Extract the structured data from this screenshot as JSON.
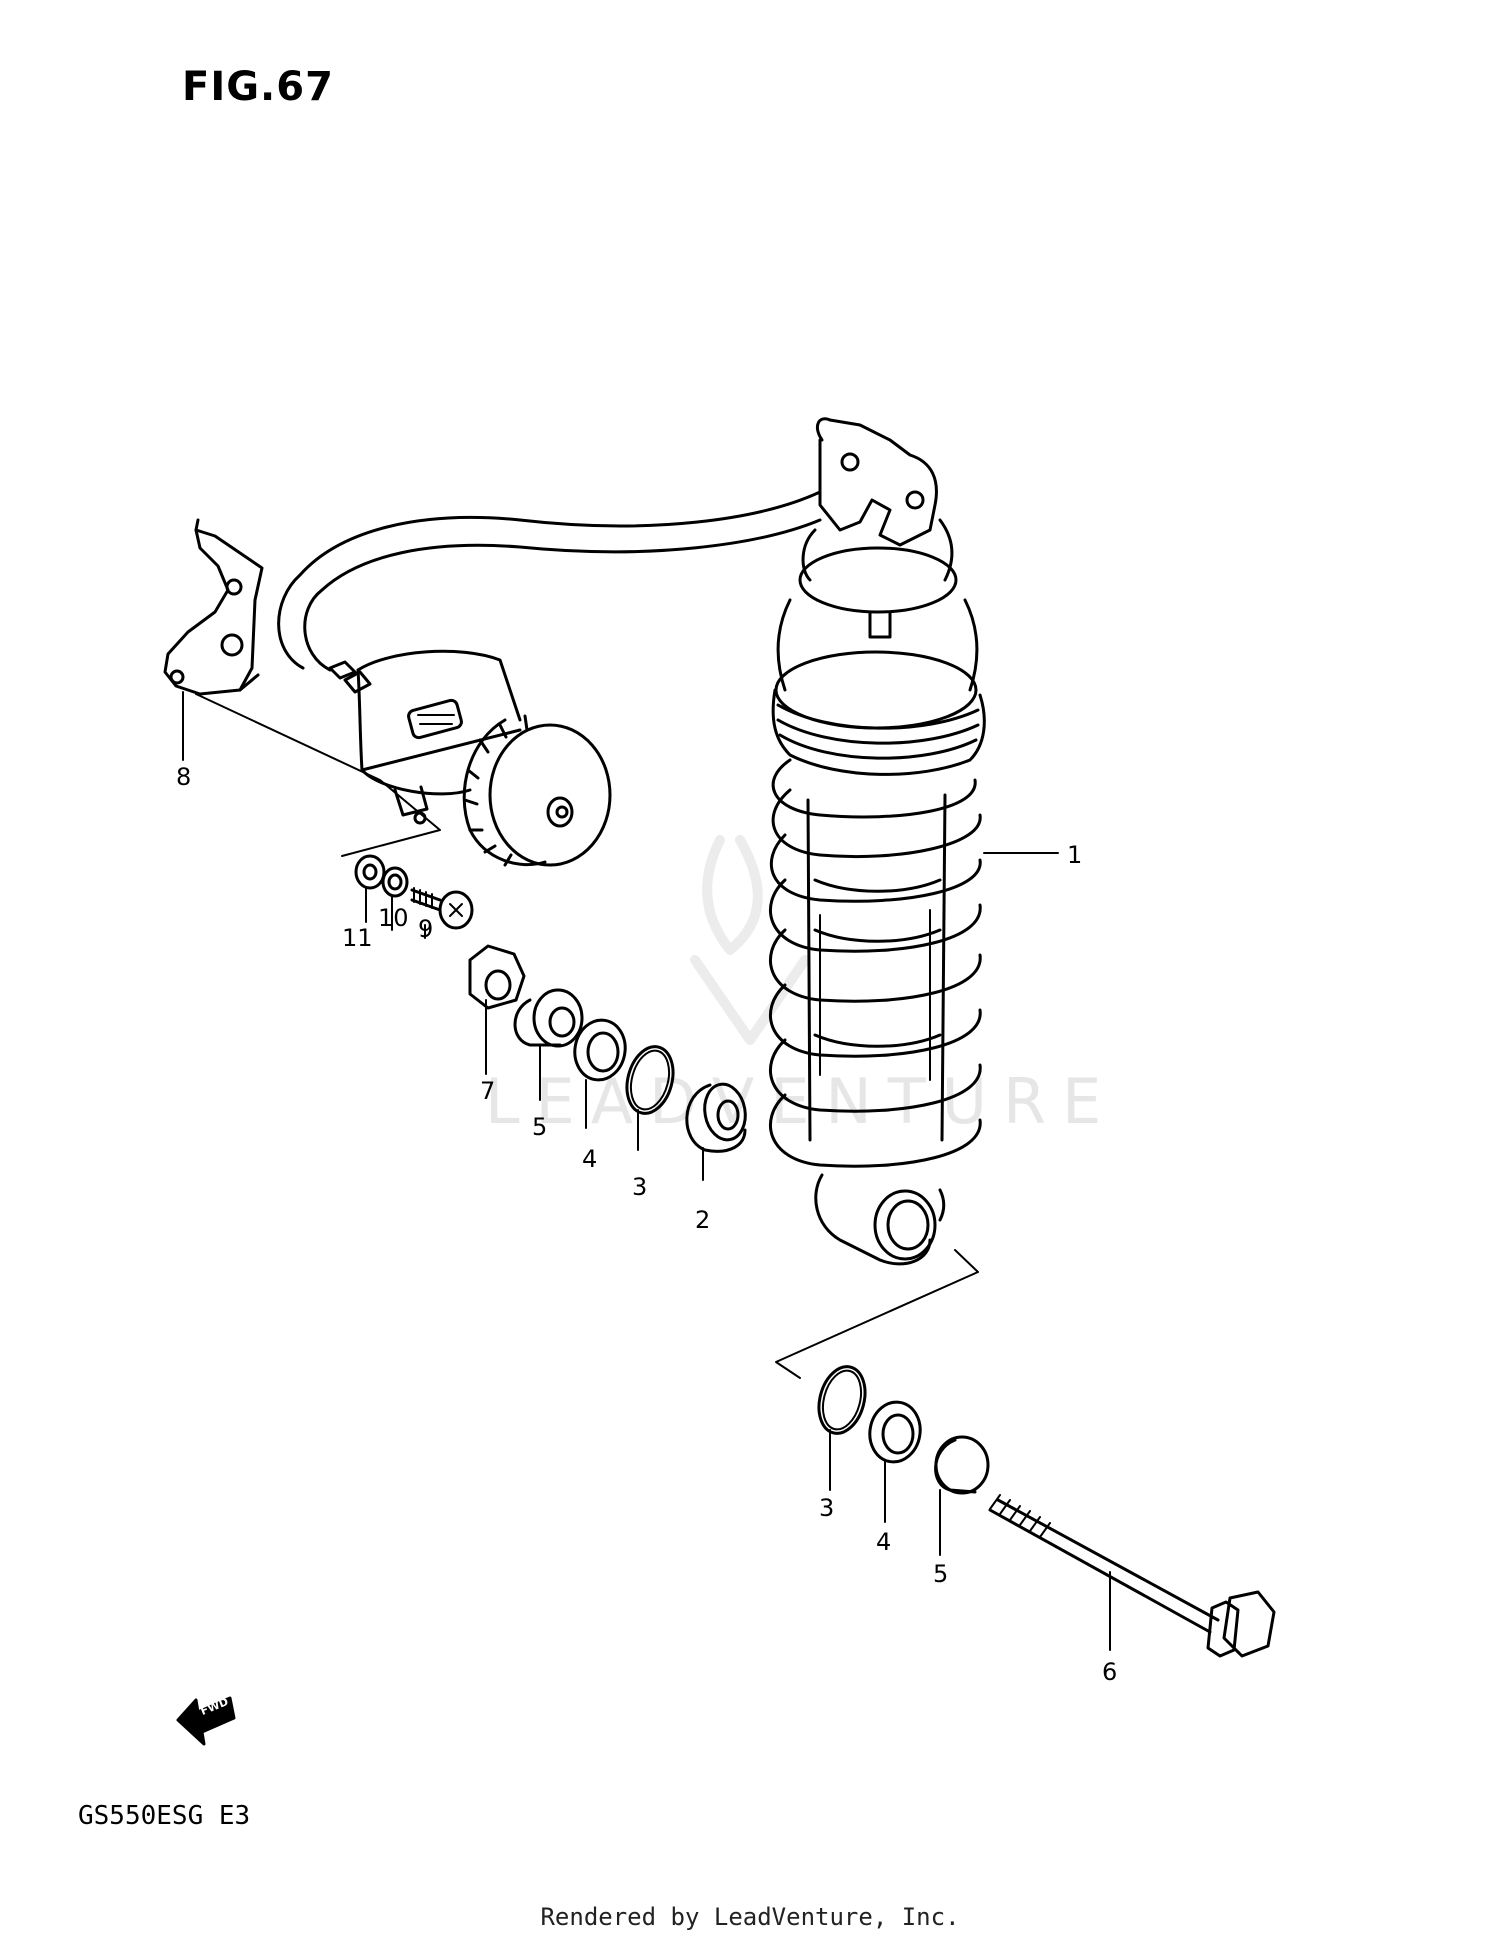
{
  "figure": {
    "title": "FIG.67",
    "model_code": "GS550ESG  E3",
    "watermark": "LEADVENTURE",
    "fwd_label": "FWD"
  },
  "footer": {
    "text": "Rendered by LeadVenture, Inc."
  },
  "callouts": [
    {
      "id": "c1",
      "label": "1"
    },
    {
      "id": "c2",
      "label": "2"
    },
    {
      "id": "c3a",
      "label": "3"
    },
    {
      "id": "c3b",
      "label": "3"
    },
    {
      "id": "c4a",
      "label": "4"
    },
    {
      "id": "c4b",
      "label": "4"
    },
    {
      "id": "c5a",
      "label": "5"
    },
    {
      "id": "c5b",
      "label": "5"
    },
    {
      "id": "c6",
      "label": "6"
    },
    {
      "id": "c7",
      "label": "7"
    },
    {
      "id": "c8",
      "label": "8"
    },
    {
      "id": "c9",
      "label": "9"
    },
    {
      "id": "c10",
      "label": "10"
    },
    {
      "id": "c11",
      "label": "11"
    }
  ]
}
